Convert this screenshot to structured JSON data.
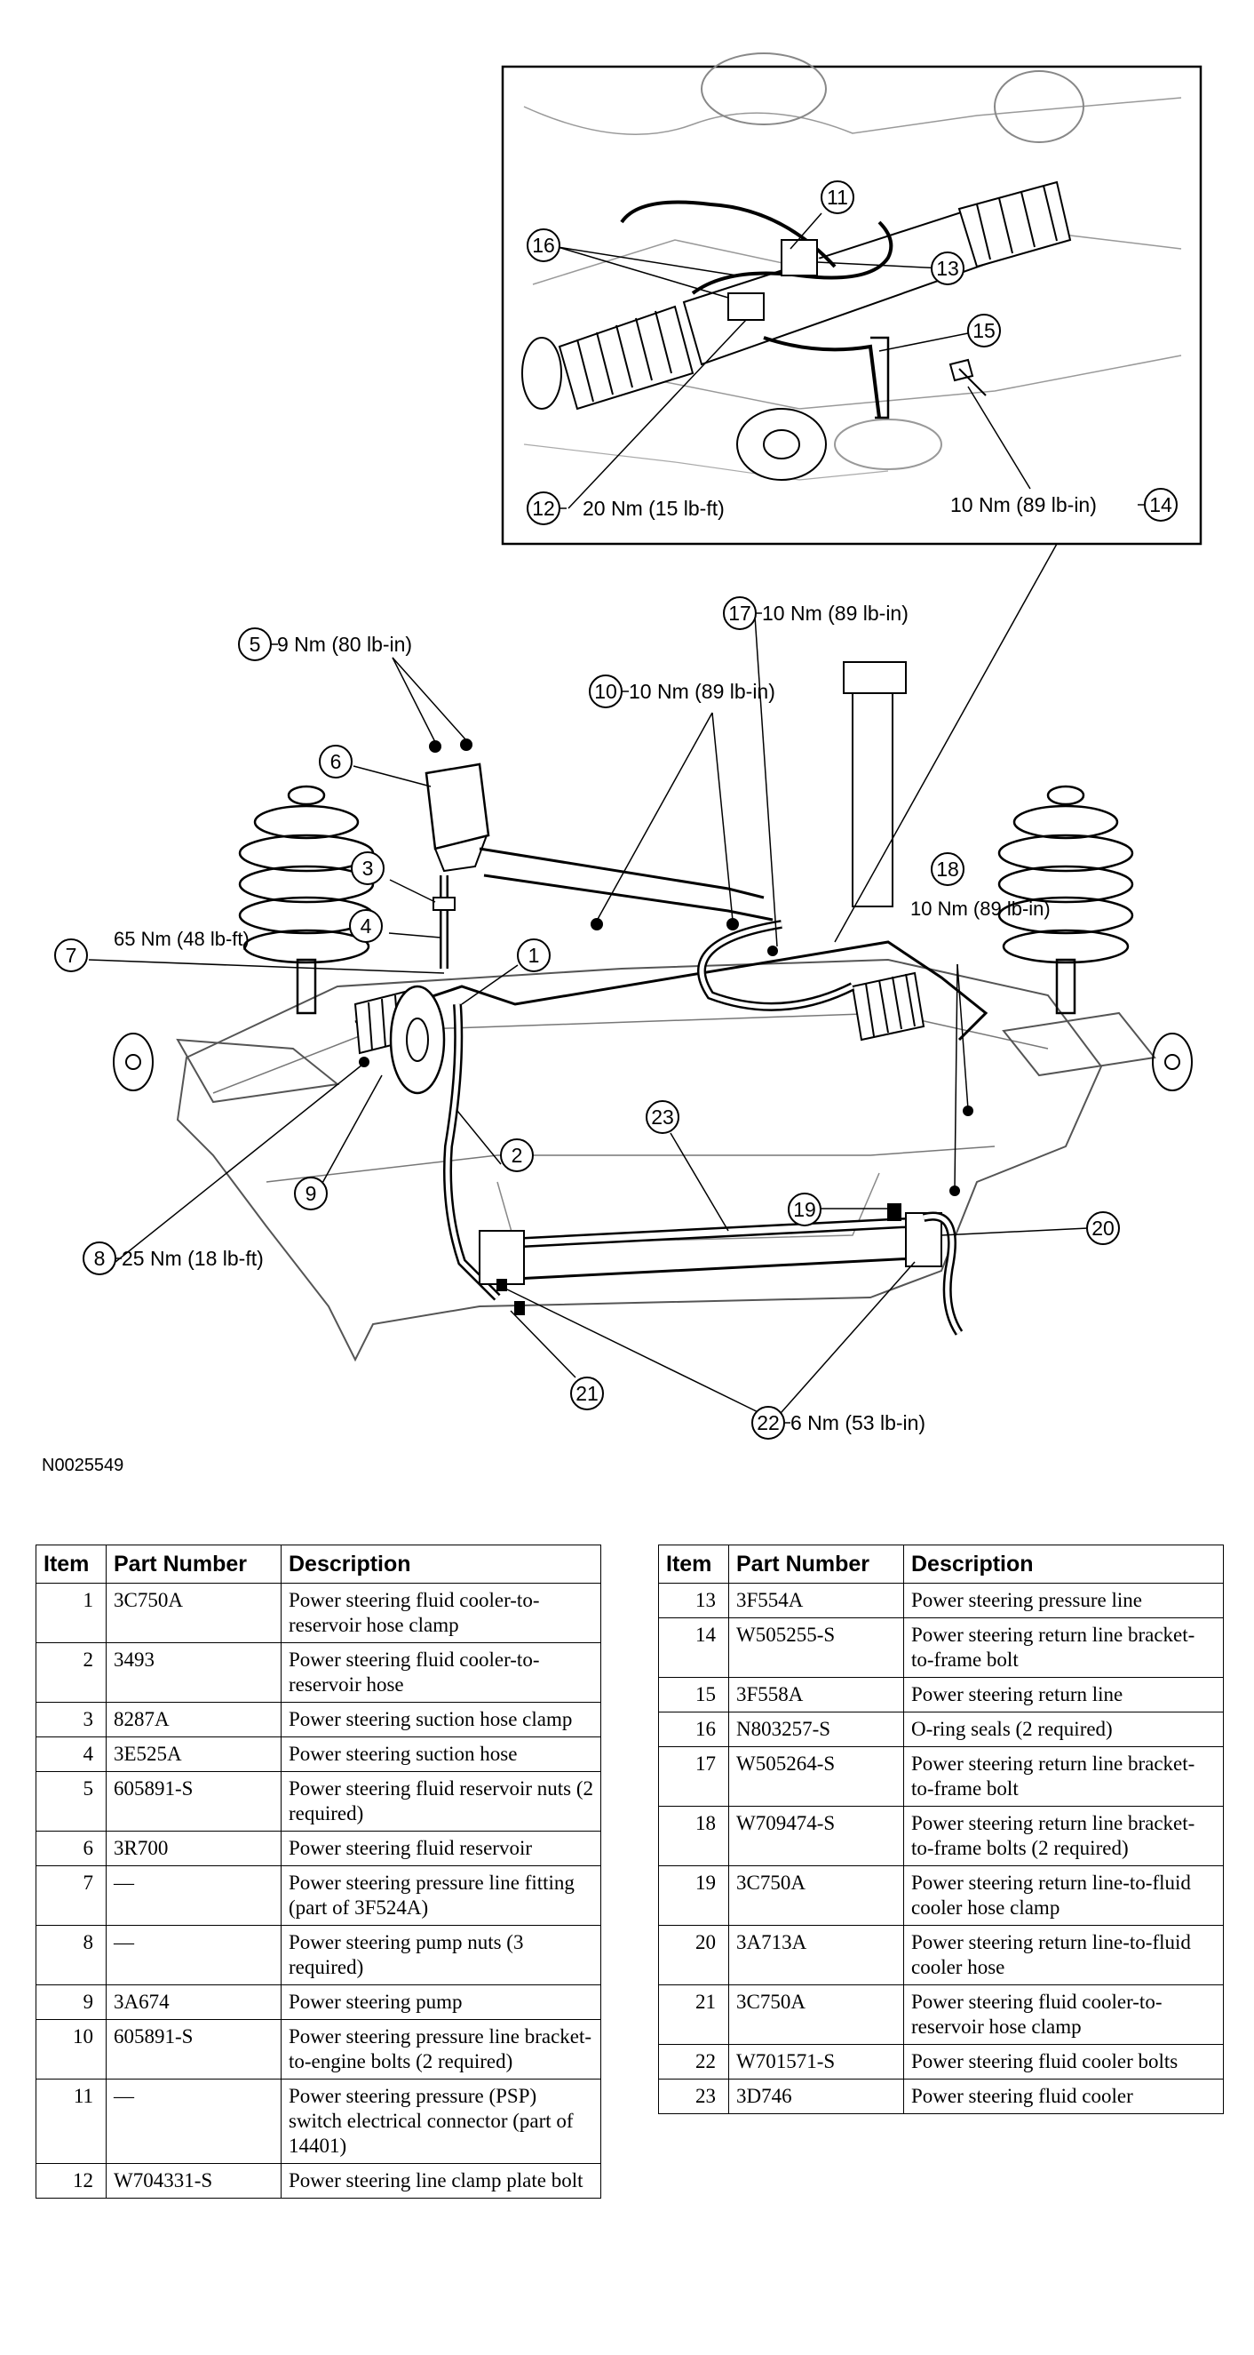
{
  "figure_id": "N0025549",
  "callouts": [
    {
      "num": "5",
      "label": "9 Nm (80 lb-in)"
    },
    {
      "num": "6",
      "label": ""
    },
    {
      "num": "3",
      "label": ""
    },
    {
      "num": "4",
      "label": ""
    },
    {
      "num": "7",
      "label": "65 Nm (48 lb-ft)"
    },
    {
      "num": "1",
      "label": ""
    },
    {
      "num": "2",
      "label": ""
    },
    {
      "num": "9",
      "label": ""
    },
    {
      "num": "8",
      "label": "25 Nm (18 lb-ft)"
    },
    {
      "num": "10",
      "label": "10 Nm (89 lb-in)"
    },
    {
      "num": "17",
      "label": "10 Nm (89 lb-in)"
    },
    {
      "num": "18",
      "label": "10 Nm (89 lb-in)"
    },
    {
      "num": "23",
      "label": ""
    },
    {
      "num": "19",
      "label": ""
    },
    {
      "num": "20",
      "label": ""
    },
    {
      "num": "21",
      "label": ""
    },
    {
      "num": "22",
      "label": "6 Nm (53 lb-in)"
    },
    {
      "num": "11",
      "label": ""
    },
    {
      "num": "16",
      "label": ""
    },
    {
      "num": "13",
      "label": ""
    },
    {
      "num": "15",
      "label": ""
    },
    {
      "num": "12",
      "label": "20 Nm (15 lb-ft)"
    },
    {
      "num": "14",
      "label": "10 Nm (89 lb-in)"
    }
  ],
  "table_headers": {
    "item": "Item",
    "part": "Part Number",
    "desc": "Description"
  },
  "parts_left": [
    {
      "item": "1",
      "part": "3C750A",
      "desc": "Power steering fluid cooler-to-reservoir hose clamp"
    },
    {
      "item": "2",
      "part": "3493",
      "desc": "Power steering fluid cooler-to-reservoir hose"
    },
    {
      "item": "3",
      "part": "8287A",
      "desc": "Power steering suction hose clamp"
    },
    {
      "item": "4",
      "part": "3E525A",
      "desc": "Power steering suction hose"
    },
    {
      "item": "5",
      "part": "605891-S",
      "desc": "Power steering fluid reservoir nuts (2 required)"
    },
    {
      "item": "6",
      "part": "3R700",
      "desc": "Power steering fluid reservoir"
    },
    {
      "item": "7",
      "part": "—",
      "desc": "Power steering pressure line fitting (part of 3F524A)"
    },
    {
      "item": "8",
      "part": "—",
      "desc": "Power steering pump nuts (3 required)"
    },
    {
      "item": "9",
      "part": "3A674",
      "desc": "Power steering pump"
    },
    {
      "item": "10",
      "part": "605891-S",
      "desc": "Power steering pressure line bracket-to-engine bolts (2 required)"
    },
    {
      "item": "11",
      "part": "—",
      "desc": "Power steering pressure (PSP) switch electrical connector (part of 14401)"
    },
    {
      "item": "12",
      "part": "W704331-S",
      "desc": "Power steering line clamp plate bolt"
    }
  ],
  "parts_right": [
    {
      "item": "13",
      "part": "3F554A",
      "desc": "Power steering pressure line"
    },
    {
      "item": "14",
      "part": "W505255-S",
      "desc": "Power steering return line bracket-to-frame bolt"
    },
    {
      "item": "15",
      "part": "3F558A",
      "desc": "Power steering return line"
    },
    {
      "item": "16",
      "part": "N803257-S",
      "desc": "O-ring seals (2 required)"
    },
    {
      "item": "17",
      "part": "W505264-S",
      "desc": "Power steering return line bracket-to-frame bolt"
    },
    {
      "item": "18",
      "part": "W709474-S",
      "desc": "Power steering return line bracket-to-frame bolts (2 required)"
    },
    {
      "item": "19",
      "part": "3C750A",
      "desc": "Power steering return line-to-fluid cooler hose clamp"
    },
    {
      "item": "20",
      "part": "3A713A",
      "desc": "Power steering return line-to-fluid cooler hose"
    },
    {
      "item": "21",
      "part": "3C750A",
      "desc": "Power steering fluid cooler-to-reservoir hose clamp"
    },
    {
      "item": "22",
      "part": "W701571-S",
      "desc": "Power steering fluid cooler bolts"
    },
    {
      "item": "23",
      "part": "3D746",
      "desc": "Power steering fluid cooler"
    }
  ]
}
